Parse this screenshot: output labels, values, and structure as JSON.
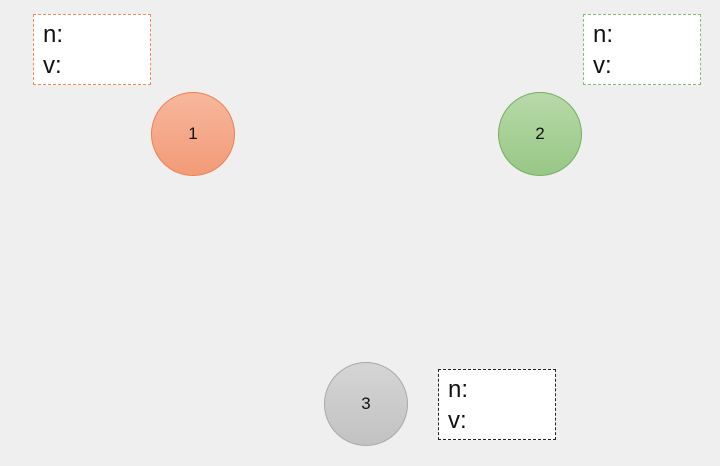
{
  "nodes": [
    {
      "label": "1",
      "n_label": "n:",
      "v_label": "v:",
      "color": "#f29b78",
      "border_color": "#ef7f4f",
      "box_border_color": "#f08a5a"
    },
    {
      "label": "2",
      "n_label": "n:",
      "v_label": "v:",
      "color": "#98c786",
      "border_color": "#76ae60",
      "box_border_color": "#86bd6f"
    },
    {
      "label": "3",
      "n_label": "n:",
      "v_label": "v:",
      "color": "#c2c2c2",
      "border_color": "#a8a8a8",
      "box_border_color": "#222222"
    }
  ],
  "background_color": "#efefef"
}
